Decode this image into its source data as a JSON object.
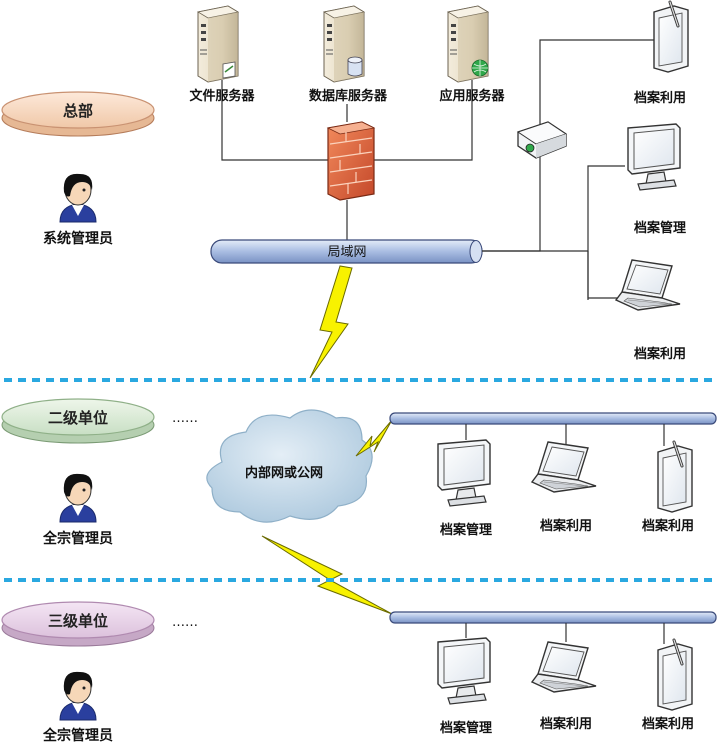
{
  "hq": {
    "tier_label": "总部",
    "admin_label": "系统管理员",
    "servers": [
      {
        "label": "文件服务器",
        "icon": "file-server-icon"
      },
      {
        "label": "数据库服务器",
        "icon": "database-server-icon"
      },
      {
        "label": "应用服务器",
        "icon": "application-server-icon"
      }
    ],
    "lan_label": "局域网",
    "clients": [
      {
        "label": "档案利用",
        "icon": "tablet-icon"
      },
      {
        "label": "档案管理",
        "icon": "monitor-icon"
      },
      {
        "label": "档案利用",
        "icon": "laptop-icon"
      }
    ]
  },
  "cloud_label": "内部网或公网",
  "level2": {
    "tier_label": "二级单位",
    "ellipsis": "……",
    "admin_label": "全宗管理员",
    "clients": [
      {
        "label": "档案管理",
        "icon": "monitor-icon"
      },
      {
        "label": "档案利用",
        "icon": "laptop-icon"
      },
      {
        "label": "档案利用",
        "icon": "tablet-icon"
      }
    ]
  },
  "level3": {
    "tier_label": "三级单位",
    "ellipsis": "……",
    "admin_label": "全宗管理员",
    "clients": [
      {
        "label": "档案管理",
        "icon": "monitor-icon"
      },
      {
        "label": "档案利用",
        "icon": "laptop-icon"
      },
      {
        "label": "档案利用",
        "icon": "tablet-icon"
      }
    ]
  },
  "colors": {
    "divider": "#2aa8e0",
    "bus": "#b8c8e8",
    "bus_stroke": "#3a4a7a",
    "lightning": "#f5f000",
    "firewall": "#e06a3a",
    "cloud": "#c8dcec",
    "hq_disc": "#f7dcc8",
    "l2_disc": "#dcecdc",
    "l3_disc": "#e8d4ec"
  }
}
